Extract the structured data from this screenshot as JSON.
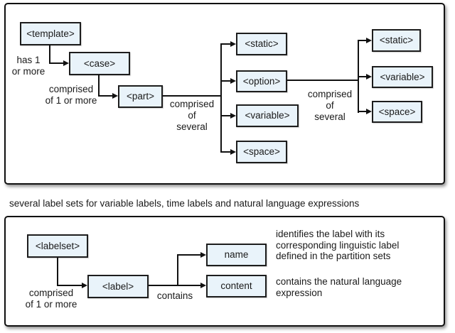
{
  "caption": "several label sets for variable labels, time labels and natural language expressions",
  "top_panel": {
    "nodes": {
      "template": "<template>",
      "case": "<case>",
      "part": "<part>",
      "static1": "<static>",
      "option": "<option>",
      "variable1": "<variable>",
      "space1": "<space>",
      "static2": "<static>",
      "variable2": "<variable>",
      "space2": "<space>"
    },
    "edge_labels": {
      "has_1_or_more": "has 1\nor more",
      "comprised_of_1_or_more": "comprised\nof 1 or more",
      "comprised_of_several_1": "comprised\nof\nseveral",
      "comprised_of_several_2": "comprised\nof\nseveral"
    }
  },
  "bottom_panel": {
    "nodes": {
      "labelset": "<labelset>",
      "label": "<label>",
      "name": "name",
      "content": "content"
    },
    "edge_labels": {
      "comprised_of_1_or_more": "comprised\nof 1 or more",
      "contains": "contains"
    },
    "annotations": {
      "name_note": "identifies the label with its\ncorresponding linguistic label\ndefined in the partition sets",
      "content_note": "contains the natural language\nexpression"
    }
  },
  "colors": {
    "node_fill": "#e9f3fa",
    "line": "#111111",
    "panel_border": "#111111",
    "text": "#1a1a1a"
  }
}
